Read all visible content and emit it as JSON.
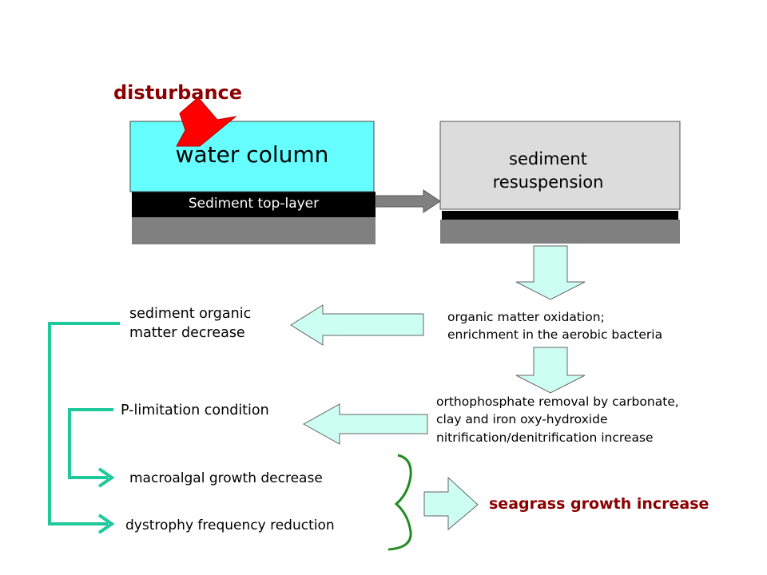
{
  "labels": {
    "disturbance": "disturbance",
    "water_column": "water column",
    "sediment_top_layer": "Sediment top-layer",
    "sediment_resuspension_line1": "sediment",
    "sediment_resuspension_line2": "resuspension",
    "oxidation_line1": "organic matter oxidation;",
    "oxidation_line2": "enrichment in the aerobic bacteria",
    "sediment_om_line1": "sediment organic",
    "sediment_om_line2": "matter decrease",
    "orthophosphate_line1": "orthophosphate removal by carbonate,",
    "orthophosphate_line2": "clay and iron oxy-hydroxide",
    "orthophosphate_line3": "nitrification/denitrification increase",
    "p_limitation": "P-limitation condition",
    "macroalgal": "macroalgal growth decrease",
    "dystrophy": "dystrophy frequency reduction",
    "seagrass": "seagrass growth increase"
  },
  "colors": {
    "water": "#66ffff",
    "top_layer": "#000000",
    "bed": "#808080",
    "resuspension_box": "#dcdcdc",
    "block_arrow_fill": "#ccfff2",
    "connector_green": "#1ec99b",
    "brace_green": "#228b22",
    "disturbance_arrow": "#ff0000",
    "highlight_text": "#8b0000"
  },
  "icons": {
    "disturbance_arrow": "red-down-arrow",
    "transfer_arrow": "grey-right-arrow"
  }
}
